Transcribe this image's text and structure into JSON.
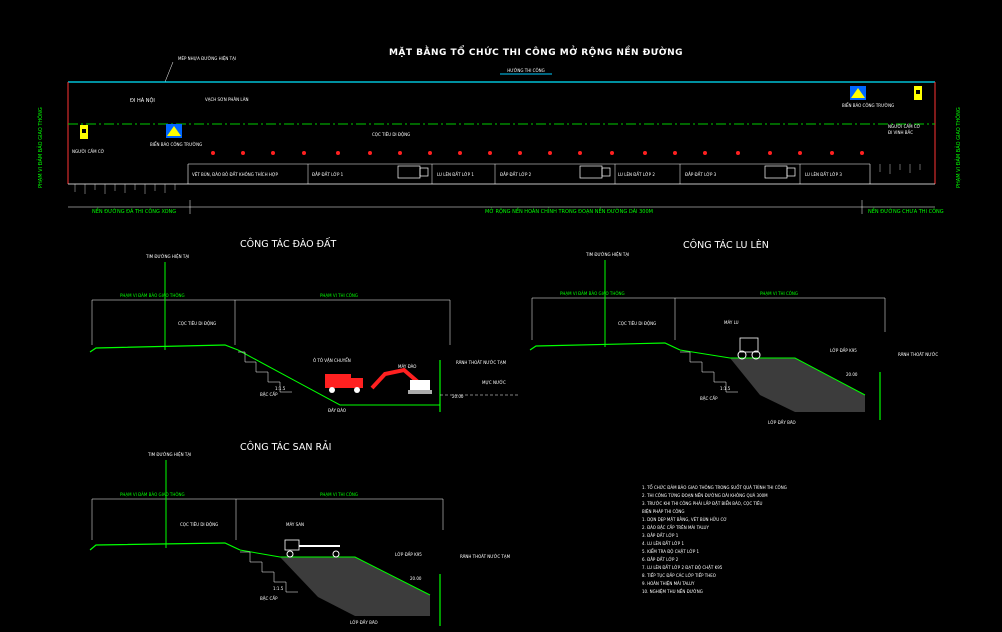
{
  "plan": {
    "title": "MẶT BẰNG TỔ CHỨC THI CÔNG MỞ RỘNG NỀN ĐƯỜNG",
    "direction_label": "HƯỚNG THI CÔNG",
    "label_boundary": "MÉP NHỰA ĐƯỜNG HIỆN TẠI",
    "label_left_place": "ĐI HÀ NỘI",
    "label_right_place": "ĐI VINH BẮC",
    "label_safe_range_left": "PHẠM VI ĐẢM BẢO GIAO THÔNG",
    "label_safe_range_right": "PHẠM VI ĐẢM BẢO GIAO THÔNG",
    "label_sign_left": "BIỂN BÁO CÔNG TRƯỜNG",
    "label_sign_right": "BIỂN BÁO CÔNG TRƯỜNG",
    "label_cones": "CỌC TIÊU DI ĐỘNG",
    "label_traffic_line": "VẠCH SƠN PHÂN LÀN",
    "label_flag_left": "NGƯỜI CẦM CỜ",
    "label_flag_right": "NGƯỜI CẦM CỜ",
    "steps": [
      "VÉT BÙN, ĐÀO BỎ ĐẤT KHÔNG THÍCH HỢP",
      "ĐẮP ĐẤT LỚP 1",
      "LU LÈN ĐẤT LỚP 1",
      "ĐẮP ĐẤT LỚP 2",
      "LU LÈN ĐẤT LỚP 2",
      "ĐẮP ĐẤT LỚP 3",
      "LU LÈN ĐẤT LỚP 3"
    ],
    "dim_left": "NỀN ĐƯỜNG ĐÃ THI CÔNG XONG",
    "dim_mid": "MỞ RỘNG NỀN HOÀN CHỈNH TRONG ĐOẠN NỀN ĐƯỜNG DÀI 300M",
    "dim_right": "NỀN ĐƯỜNG CHƯA THI CÔNG"
  },
  "sections": {
    "excavation": {
      "title": "CÔNG TÁC ĐÀO ĐẤT",
      "label_range_traffic": "PHẠM VI ĐẢM BẢO GIAO THÔNG",
      "label_range_work": "PHẠM VI THI CÔNG",
      "label_center": "TIM ĐƯỜNG HIỆN TẠI",
      "label_cones": "CỌC TIÊU DI ĐỘNG",
      "label_truck": "Ô TÔ VẬN CHUYỂN",
      "label_excavator": "MÁY ĐÀO",
      "label_drain": "RÃNH THOÁT NƯỚC TẠM",
      "label_bottom": "ĐÁY ĐÀO",
      "label_steps": "BẬC CẤP",
      "label_water": "MỰC NƯỚC",
      "dim1": "1:1.5",
      "dim2": "20.00"
    },
    "compaction": {
      "title": "CÔNG TÁC LU LÈN",
      "label_range_traffic": "PHẠM VI ĐẢM BẢO GIAO THÔNG",
      "label_range_work": "PHẠM VI THI CÔNG",
      "label_center": "TIM ĐƯỜNG HIỆN TẠI",
      "label_cones": "CỌC TIÊU DI ĐỘNG",
      "label_roller": "MÁY LU",
      "label_layer": "LỚP ĐẮP K95",
      "label_drain": "RÃNH THOÁT NƯỚC",
      "label_bottom": "LỚP ĐẦY BÃO",
      "label_steps": "BẬC CẤP",
      "dim1": "1:1.5",
      "dim2": "20.00"
    },
    "spreading": {
      "title": "CÔNG TÁC SAN RẢI",
      "label_range_traffic": "PHẠM VI ĐẢM BẢO GIAO THÔNG",
      "label_range_work": "PHẠM VI THI CÔNG",
      "label_center": "TIM ĐƯỜNG HIỆN TẠI",
      "label_cones": "CỌC TIÊU DI ĐỘNG",
      "label_grader": "MÁY SAN",
      "label_layer": "LỚP ĐẮP K95",
      "label_drain": "RÃNH THOÁT NƯỚC TẠM",
      "label_bottom": "LỚP ĐẦY BÃO",
      "label_steps": "BẬC CẤP",
      "dim1": "1:1.5",
      "dim2": "20.00"
    }
  },
  "notes": [
    "1. TỔ CHỨC ĐẢM BẢO GIAO THÔNG TRONG SUỐT QUÁ TRÌNH THI CÔNG",
    "2. THI CÔNG TỪNG ĐOẠN NỀN ĐƯỜNG DÀI KHÔNG QUÁ 300M",
    "3. TRƯỚC KHI THI CÔNG PHẢI LẮP ĐẶT BIỂN BÁO, CỌC TIÊU",
    "BIỆN PHÁP THI CÔNG",
    "1. DỌN DẸP MẶT BẰNG, VÉT BÙN HỮU CƠ",
    "2. ĐÀO BẬC CẤP TRÊN MÁI TALUY",
    "3. ĐẮP ĐẤT LỚP 1",
    "4. LU LÈN ĐẤT LỚP 1",
    "5. KIỂM TRA ĐỘ CHẶT LỚP 1",
    "6. ĐẮP ĐẤT LỚP 2",
    "7. LU LÈN ĐẤT LỚP 2 ĐẠT ĐỘ CHẶT K95",
    "8. TIẾP TỤC ĐẮP CÁC LỚP TIẾP THEO",
    "9. HOÀN THIỆN MÁI TALUY",
    "10. NGHIỆM THU NỀN ĐƯỜNG"
  ]
}
